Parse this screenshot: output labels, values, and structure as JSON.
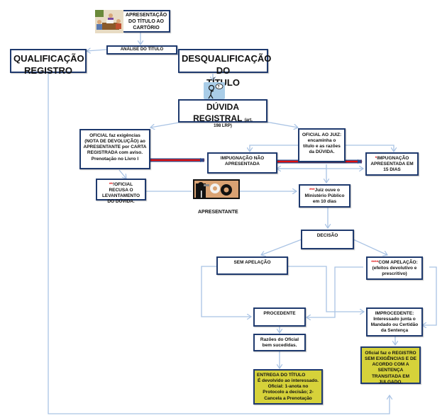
{
  "diagram": {
    "nodes": {
      "apresentacao": {
        "text": "APRESENTAÇÃO DO TÍTULO AO CARTÓRIO"
      },
      "analise": {
        "text": "ANÁLISE DO TÍTULO"
      },
      "qualificacao": {
        "line1": "QUALIFICAÇÃO",
        "line2": "REGISTRO"
      },
      "desqualificacao": {
        "line1": "DESQUALIFICAÇÃO DO",
        "line2": "TÍTULO"
      },
      "duvida": {
        "title": "DÚVIDA REGISTRAL",
        "note_a": "(art.",
        "note_b": "198 LRP)"
      },
      "exigencias": {
        "text": "OFICIAL faz exigências (NOTA DE DEVOLUÇÃO) ao APRESENTANTE  por CARTA REGISTRADA com aviso. Prenotação no Livro I"
      },
      "oficial_juiz": {
        "text": "OFICIAL AO JUIZ: encaminha o título e as razões da DÚVIDA."
      },
      "impugnacao_nao": {
        "text": "IMPUGNAÇÃO NÃO APRESENTADA"
      },
      "impugnacao_sim": {
        "marker": "*",
        "text": "IMPUGNAÇÃO APRESENTADA EM 15 DIAS"
      },
      "recusa": {
        "marker": "**",
        "text": "!OFICIAL RECUSA O LEVANTAMENTO DO DÚVIDA."
      },
      "apresentante": {
        "text": "APRESENTANTE"
      },
      "juiz_mp": {
        "marker": "***",
        "text": "Juiz ouve o Ministério Público em 10 dias"
      },
      "decisao": {
        "text": "DECISÃO"
      },
      "sem_apelacao": {
        "text": "SEM APELAÇÃO"
      },
      "com_apelacao": {
        "marker": "****",
        "text": "COM APELAÇÃO:",
        "text2": "(efeitos devolutivo e prescritivo)"
      },
      "procedente": {
        "text": "PROCEDENTE"
      },
      "improcedente": {
        "text": "IMPROCEDENTE:",
        "text2": "Interessado junta o Mandado ou Certidão da Sentença"
      },
      "razoes": {
        "text": "Razões do Oficial bem sucedidas."
      },
      "entrega": {
        "line1": "ENTREGA DO TÍTULO",
        "line2": "É devolvido  ao interessado.",
        "line3": "Oficial: 1-anota no Protocolo a decisão; 2-Cancela a Prenotação"
      },
      "registro_final": {
        "text": "Oficial faz o REGISTRO SEM EXIGÊNCIAS E DE ACORDO COM A SENTENÇA TRANSITADA EM JULGADO."
      }
    },
    "images": {
      "office": "office-meeting-clipart",
      "thinker": "thinking-person-clipart",
      "gears": "person-with-gears-clipart"
    },
    "colors": {
      "box_border": "#1f3a6e",
      "connector": "#a9c3e4",
      "red_arrow": "#e01010",
      "blue_arrow": "#2b4a8a",
      "yellow_fill": "#d6d23a",
      "marker_red": "#e01010"
    }
  }
}
